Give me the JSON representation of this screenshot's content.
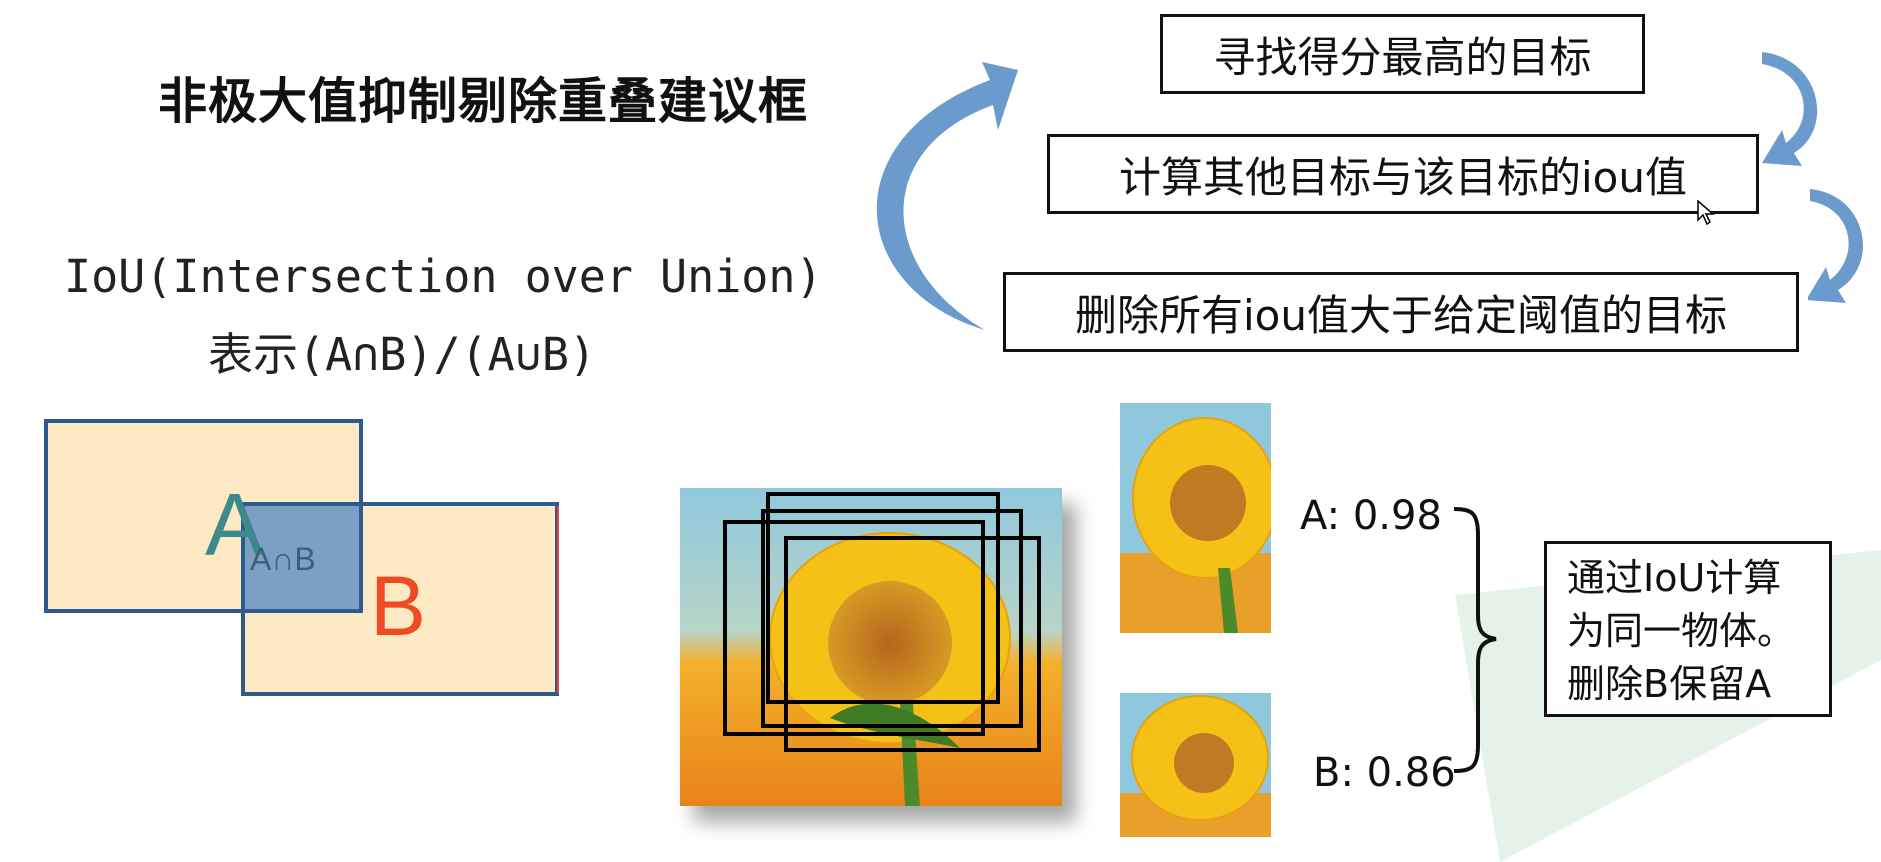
{
  "title": "非极大值抑制剔除重叠建议框",
  "iou": {
    "line1": "IoU(Intersection over Union)",
    "line2": "表示(A∩B)/(A∪B)"
  },
  "venn": {
    "label_a": "A",
    "label_b": "B",
    "label_intersection": "A∩B"
  },
  "steps": [
    {
      "label": "寻找得分最高的目标"
    },
    {
      "label": "计算其他目标与该目标的iou值"
    },
    {
      "label": "删除所有iou值大于给定阈值的目标"
    }
  ],
  "detections": {
    "score_a": "A: 0.98",
    "score_b": "B: 0.86"
  },
  "note": {
    "line1": "通过IoU计算",
    "line2": "为同一物体。",
    "line3": "删除B保留A"
  },
  "colors": {
    "arrow_blue": "#6a9bcc",
    "box_fill": "#fde9c4",
    "box_border": "#2e5a8e",
    "intersection_fill": "#7c9fc4",
    "label_a": "#3c8a8c",
    "label_b": "#f04a23"
  }
}
